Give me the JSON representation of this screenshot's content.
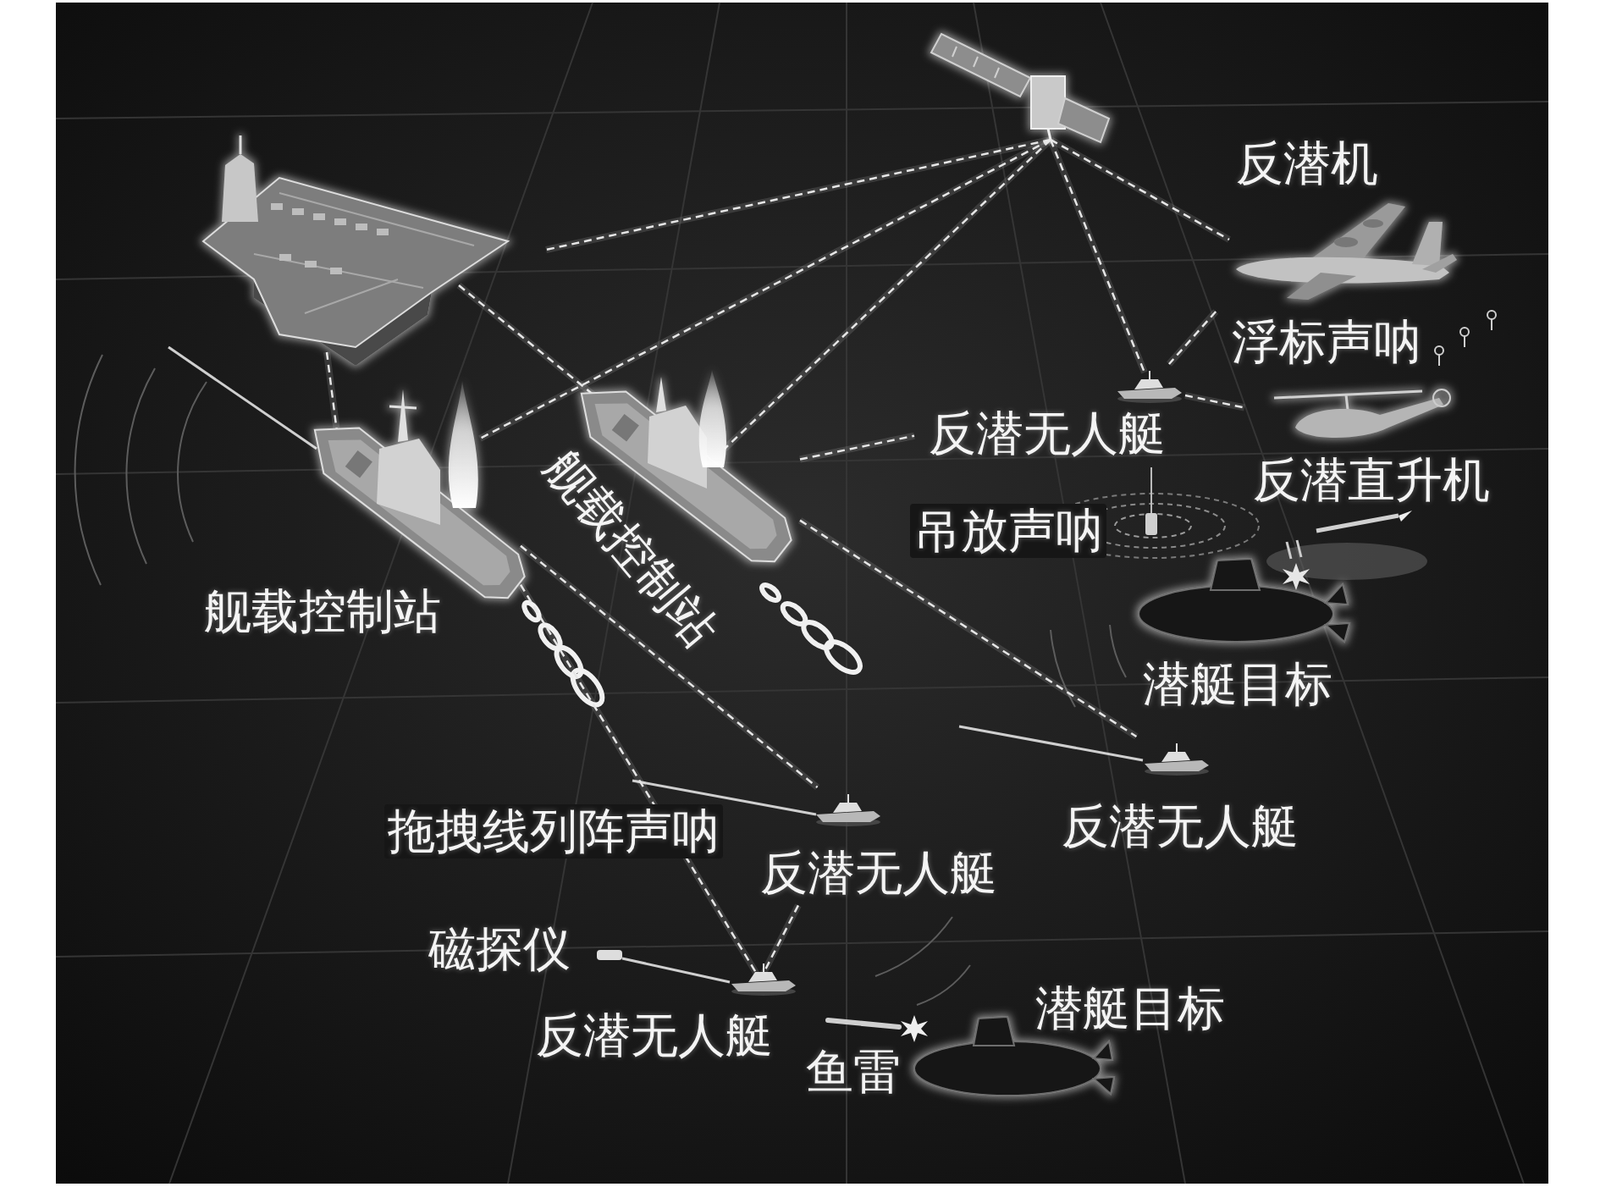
{
  "diagram": {
    "nodes": [
      {
        "text": [
          "反潜机"
        ]
      },
      {
        "text": [
          "反潜无人艇"
        ]
      },
      {
        "text": [
          "反潜直升机"
        ]
      },
      {
        "text": [
          "舰载控制站"
        ]
      },
      {
        "text": [
          "舰载控制站"
        ]
      },
      {
        "text": [
          "反潜无人艇"
        ]
      },
      {
        "text": [
          "反潜无人艇"
        ]
      },
      {
        "text": [
          "反潜无人艇"
        ]
      }
    ],
    "edges": [
      {
        "from": 0,
        "to": 1,
        "arrow": "none"
      },
      {
        "from": 4,
        "to": 1,
        "arrow": "none"
      },
      {
        "from": 1,
        "to": 2,
        "arrow": "none"
      },
      {
        "from": 3,
        "to": 7,
        "arrow": "none"
      },
      {
        "from": 3,
        "to": 6,
        "arrow": "none"
      },
      {
        "from": 4,
        "to": 5,
        "arrow": "none"
      },
      {
        "from": 6,
        "to": 7,
        "arrow": "none"
      }
    ],
    "labels": [
      "浮标声呐",
      "吊放声呐",
      "潜艇目标",
      "拖拽线列阵声呐",
      "磁探仪",
      "潜艇目标",
      "鱼雷"
    ]
  }
}
